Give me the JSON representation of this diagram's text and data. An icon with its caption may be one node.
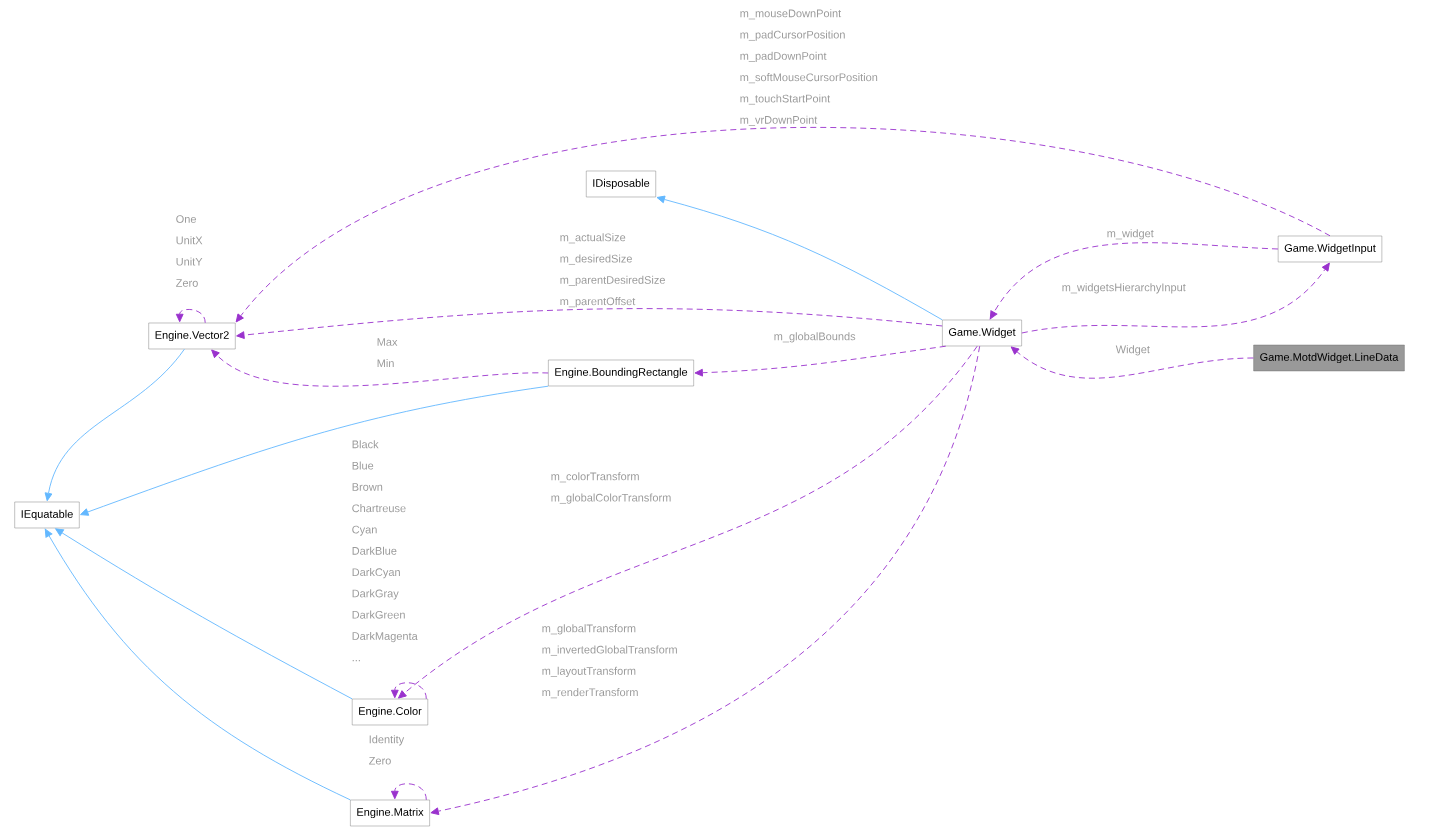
{
  "diagram": {
    "nodes": [
      {
        "text": [
          "Game.MotdWidget.LineData"
        ]
      },
      {
        "text": [
          "Game.Widget"
        ]
      },
      {
        "text": [
          "IDisposable"
        ]
      },
      {
        "text": [
          "Game.WidgetInput"
        ]
      },
      {
        "text": [
          "Engine.Vector2"
        ]
      },
      {
        "text": [
          "Engine.BoundingRectangle"
        ]
      },
      {
        "text": [
          "IEquatable"
        ]
      },
      {
        "text": [
          "Engine.Color"
        ]
      },
      {
        "text": [
          "Engine.Matrix"
        ]
      }
    ],
    "edges": [
      {
        "from": 1,
        "to": 2,
        "arrow": "to",
        "color": "#63b8ff"
      },
      {
        "from": 4,
        "to": 6,
        "arrow": "to",
        "color": "#63b8ff"
      },
      {
        "from": 5,
        "to": 6,
        "arrow": "to",
        "color": "#63b8ff"
      },
      {
        "from": 7,
        "to": 6,
        "arrow": "to",
        "color": "#63b8ff"
      },
      {
        "from": 8,
        "to": 6,
        "arrow": "to",
        "color": "#63b8ff"
      },
      {
        "from": 3,
        "to": 4,
        "arrow": "to",
        "style": "dashed",
        "label": "m_mouseDownPoint m_padCursorPosition m_padDownPoint m_softMouseCursorPosition m_touchStartPoint m_vrDownPoint"
      },
      {
        "from": 4,
        "to": 4,
        "arrow": "to",
        "style": "dashed",
        "label": "One UnitX UnitY Zero"
      },
      {
        "from": 1,
        "to": 4,
        "arrow": "to",
        "style": "dashed",
        "label": "m_actualSize m_desiredSize m_parentDesiredSize m_parentOffset"
      },
      {
        "from": 5,
        "to": 4,
        "arrow": "to",
        "style": "dashed",
        "label": "Max Min"
      },
      {
        "from": 3,
        "to": 1,
        "arrow": "to",
        "style": "dashed",
        "label": "m_widget"
      },
      {
        "from": 1,
        "to": 3,
        "arrow": "to",
        "style": "dashed",
        "label": "m_widgetsHierarchyInput"
      },
      {
        "from": 1,
        "to": 5,
        "arrow": "to",
        "style": "dashed",
        "label": "m_globalBounds"
      },
      {
        "from": 0,
        "to": 1,
        "arrow": "to",
        "style": "dashed",
        "label": "Widget"
      },
      {
        "from": 1,
        "to": 7,
        "arrow": "to",
        "style": "dashed",
        "label": "m_colorTransform m_globalColorTransform"
      },
      {
        "from": 7,
        "to": 7,
        "arrow": "to",
        "style": "dashed",
        "label": "Black Blue Brown Chartreuse Cyan DarkBlue DarkCyan DarkGray DarkGreen DarkMagenta ..."
      },
      {
        "from": 1,
        "to": 8,
        "arrow": "to",
        "style": "dashed",
        "label": "m_globalTransform m_invertedGlobalTransform m_layoutTransform m_renderTransform"
      },
      {
        "from": 8,
        "to": 8,
        "arrow": "to",
        "style": "dashed",
        "label": "Identity Zero"
      }
    ]
  }
}
